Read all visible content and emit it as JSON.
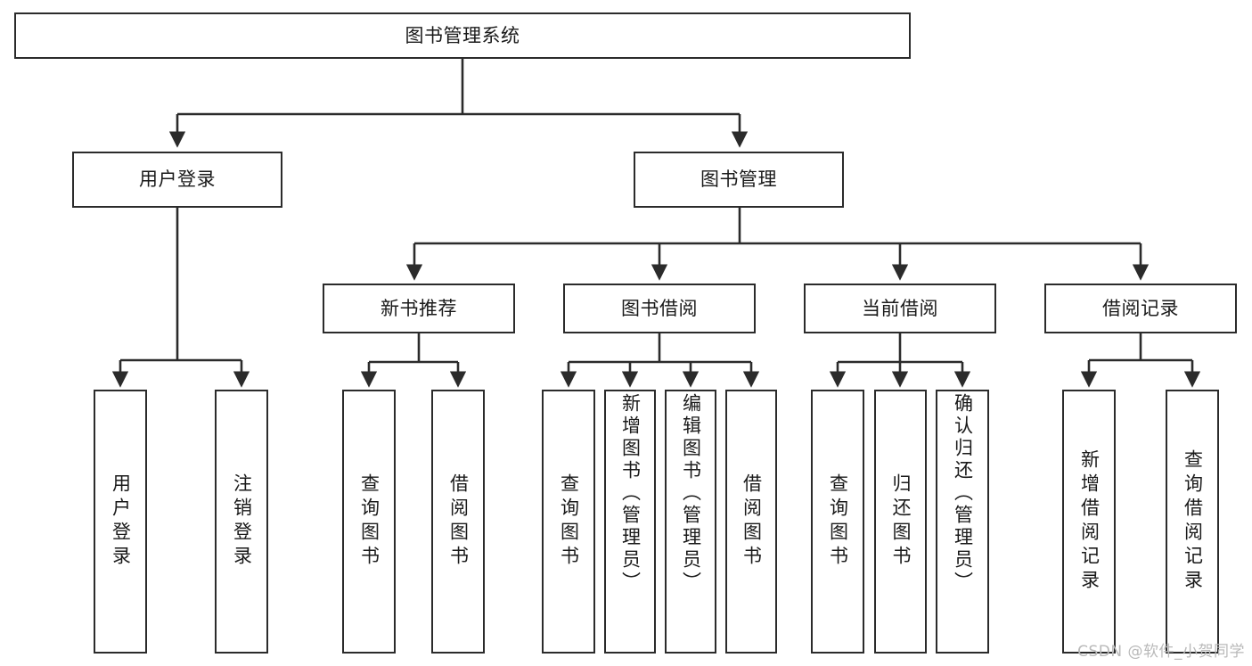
{
  "diagram": {
    "title": "图书管理系统",
    "type": "functional-structure-tree",
    "watermark": "CSDN @软件_小贺同学",
    "colors": {
      "stroke": "#2b2b2b",
      "fill": "#ffffff",
      "text": "#1a1a1a",
      "watermark": "#b9b9b9"
    },
    "root": {
      "label": "图书管理系统"
    },
    "level2": [
      {
        "label": "用户登录"
      },
      {
        "label": "图书管理"
      }
    ],
    "level3": [
      {
        "label": "新书推荐"
      },
      {
        "label": "图书借阅"
      },
      {
        "label": "当前借阅"
      },
      {
        "label": "借阅记录"
      }
    ],
    "leaves": {
      "user_login": [
        {
          "label": "用户登录"
        },
        {
          "label": "注销登录"
        }
      ],
      "new_book_recommend": [
        {
          "label": "查询图书"
        },
        {
          "label": "借阅图书"
        }
      ],
      "book_borrow": [
        {
          "label": "查询图书"
        },
        {
          "label": "新增图书（管理员）"
        },
        {
          "label": "编辑图书（管理员）"
        },
        {
          "label": "借阅图书"
        }
      ],
      "current_borrow": [
        {
          "label": "查询图书"
        },
        {
          "label": "归还图书"
        },
        {
          "label": "确认归还（管理员）"
        }
      ],
      "borrow_record": [
        {
          "label": "新增借阅记录"
        },
        {
          "label": "查询借阅记录"
        }
      ]
    }
  }
}
